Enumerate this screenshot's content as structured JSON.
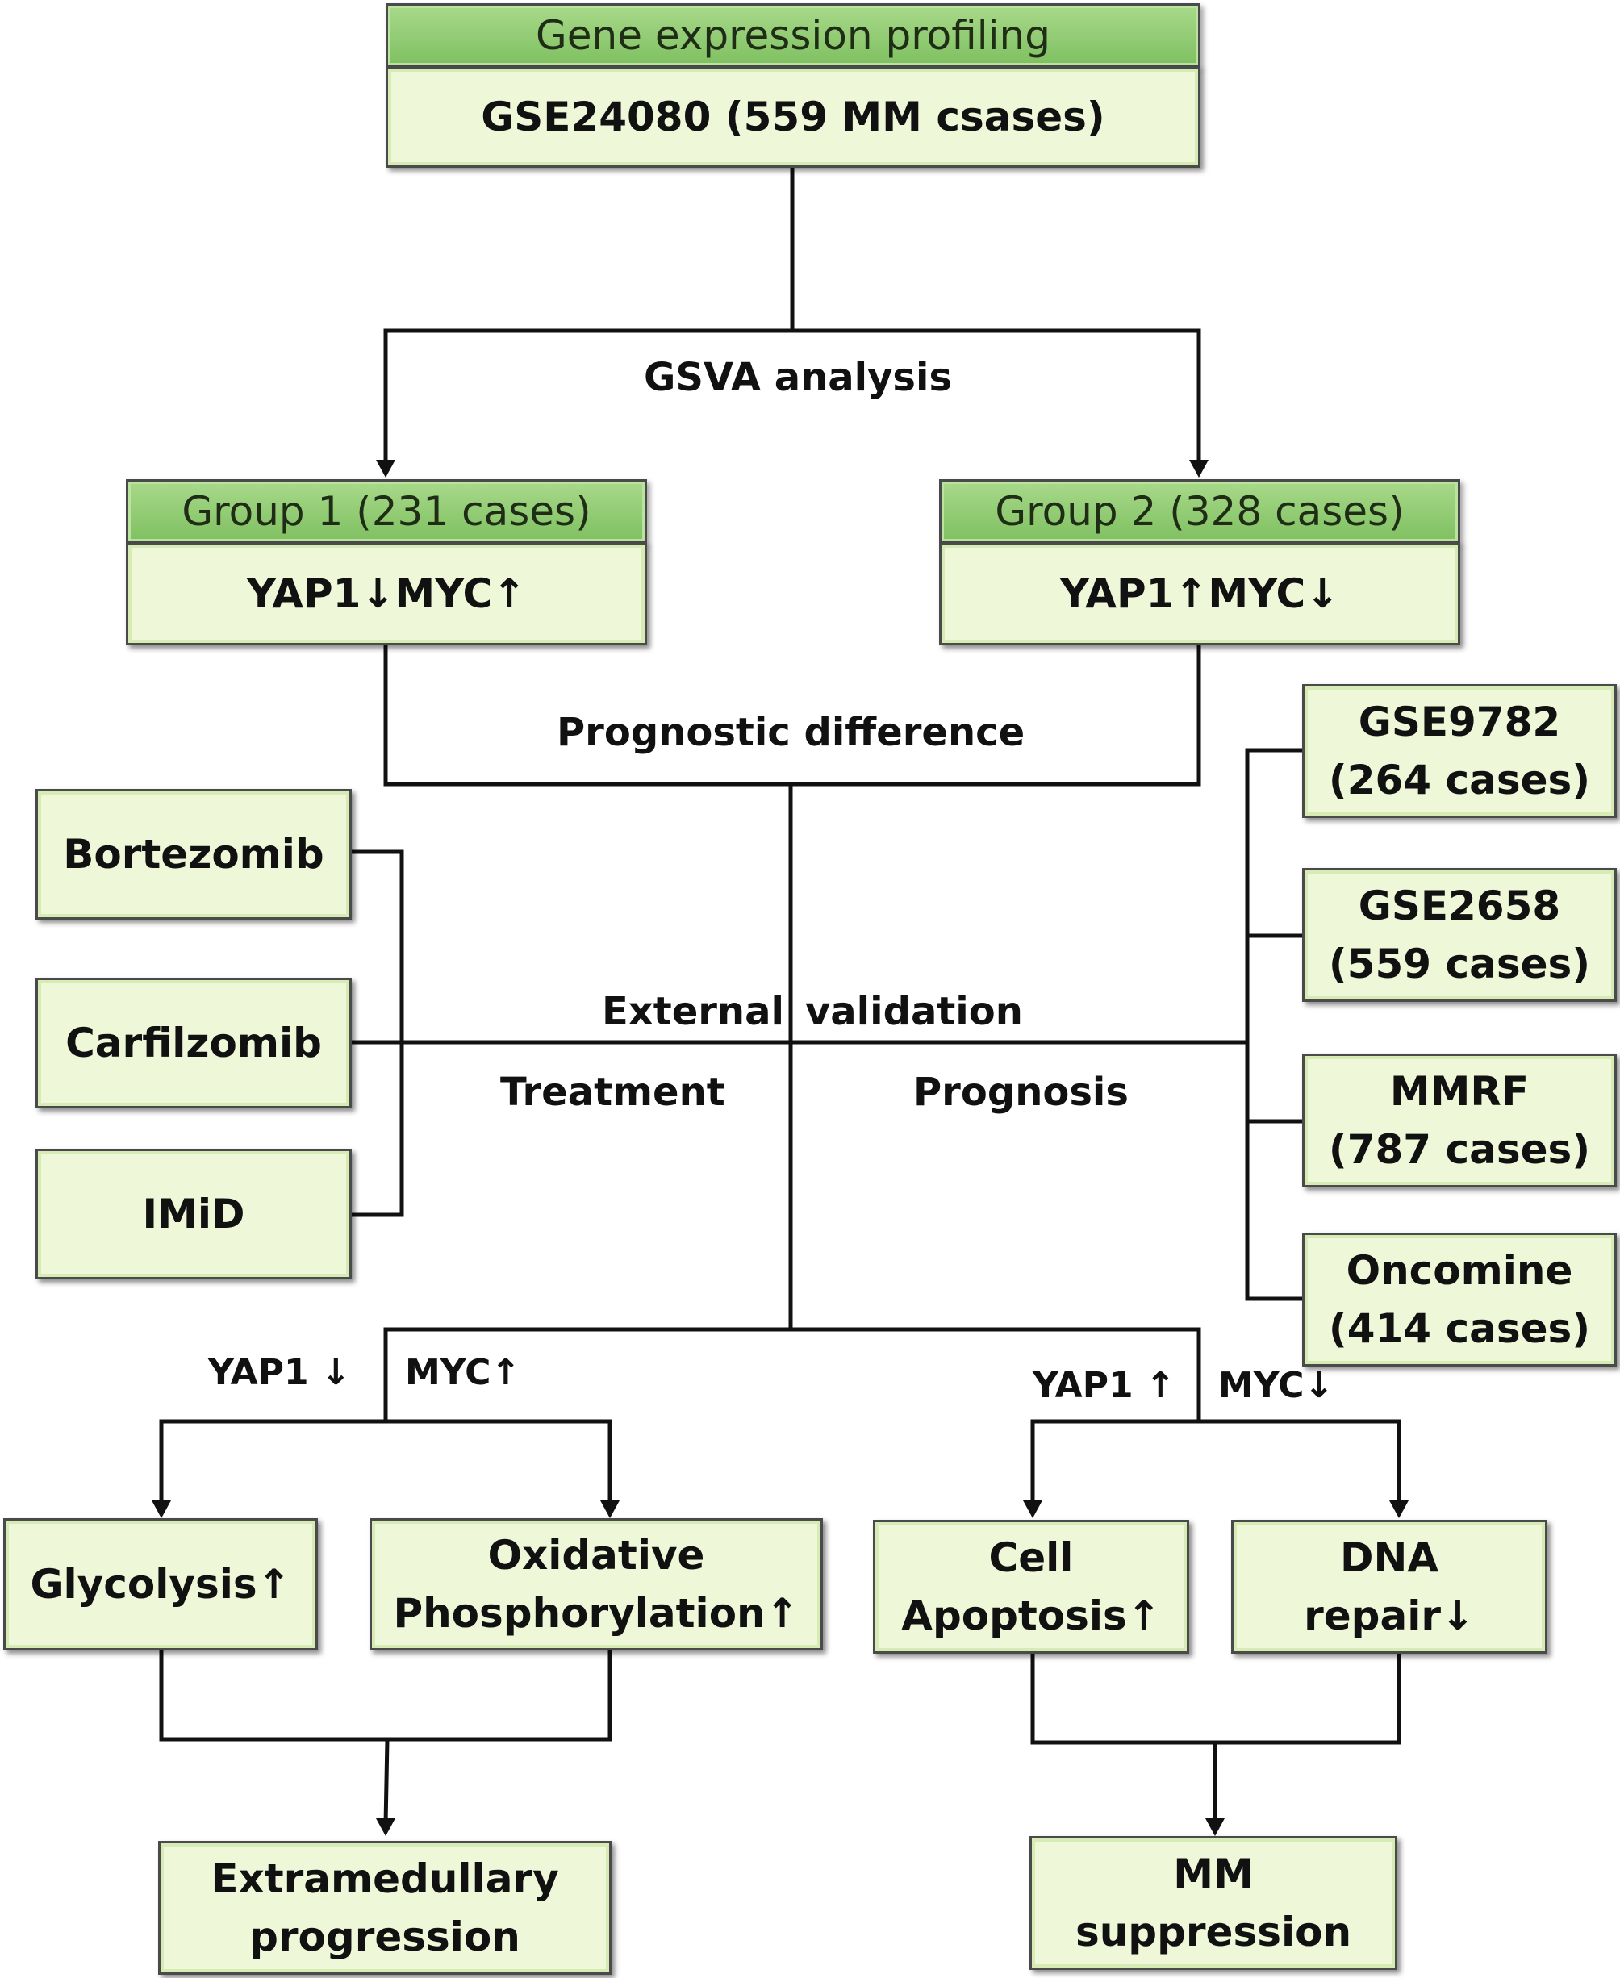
{
  "top": {
    "header": "Gene expression profiling",
    "body": "GSE24080 (559 MM csases)"
  },
  "gsva_label": "GSVA analysis",
  "group1": {
    "header": "Group 1 (231 cases)",
    "body": "YAP1↓MYC↑"
  },
  "group2": {
    "header": "Group 2 (328 cases)",
    "body": "YAP1↑MYC↓"
  },
  "prognostic_label": "Prognostic difference",
  "external_validation": {
    "left": "External",
    "right": "validation"
  },
  "treatment_label": "Treatment",
  "prognosis_label": "Prognosis",
  "treatment_items": [
    "Bortezomib",
    "Carfilzomib",
    "IMiD"
  ],
  "datasets": [
    {
      "name": "GSE9782",
      "cases": "(264 cases)"
    },
    {
      "name": "GSE2658",
      "cases": "(559 cases)"
    },
    {
      "name": "MMRF",
      "cases": "(787 cases)"
    },
    {
      "name": "Oncomine",
      "cases": "(414 cases)"
    }
  ],
  "left_branch": {
    "yap": "YAP1 ↓",
    "myc": "MYC↑",
    "glycolysis": "Glycolysis↑",
    "oxphos_line1": "Oxidative",
    "oxphos_line2": "Phosphorylation↑",
    "outcome_line1": "Extramedullary",
    "outcome_line2": "progression"
  },
  "right_branch": {
    "yap": "YAP1 ↑",
    "myc": "MYC↓",
    "apoptosis_line1": "Cell",
    "apoptosis_line2": "Apoptosis↑",
    "dna_line1": "DNA",
    "dna_line2": "repair↓",
    "outcome_line1": "MM",
    "outcome_line2": "suppression"
  }
}
